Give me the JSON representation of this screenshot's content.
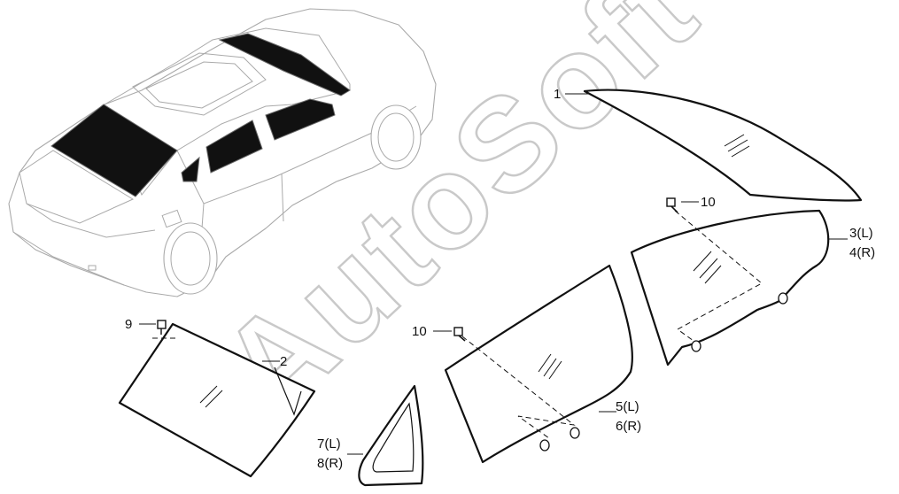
{
  "watermark": "AutoSoft",
  "callouts": {
    "c1": "1",
    "c2": "2",
    "c3": "3(L)",
    "c4": "4(R)",
    "c5": "5(L)",
    "c6": "6(R)",
    "c7": "7(L)",
    "c8": "8(R)",
    "c9": "9",
    "c10a": "10",
    "c10b": "10"
  }
}
